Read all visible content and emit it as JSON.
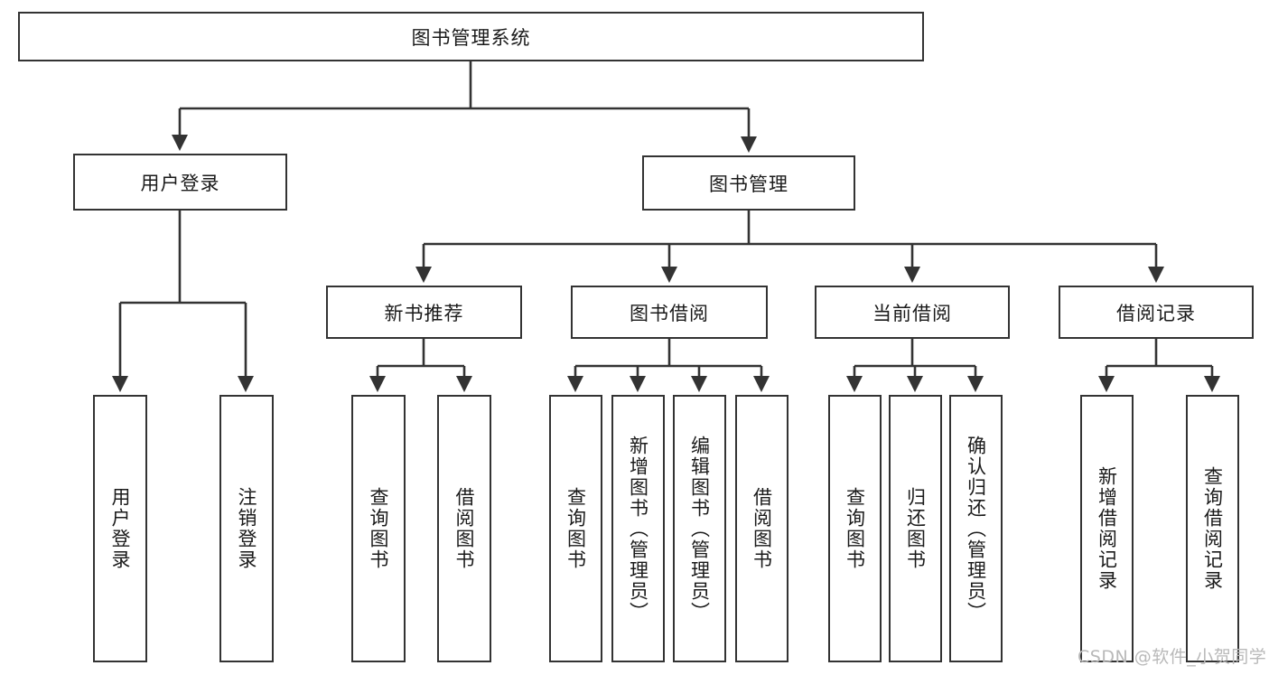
{
  "diagram": {
    "title": "图书管理系统",
    "type": "tree-hierarchy-chart",
    "root": {
      "label": "图书管理系统"
    },
    "level2": [
      {
        "label": "用户登录"
      },
      {
        "label": "图书管理"
      }
    ],
    "level3": [
      {
        "label": "新书推荐"
      },
      {
        "label": "图书借阅"
      },
      {
        "label": "当前借阅"
      },
      {
        "label": "借阅记录"
      }
    ],
    "leaves_user_login": [
      {
        "label": "用户登录"
      },
      {
        "label": "注销登录"
      }
    ],
    "leaves_new_book": [
      {
        "label": "查询图书"
      },
      {
        "label": "借阅图书"
      }
    ],
    "leaves_book_borrow": [
      {
        "label": "查询图书"
      },
      {
        "label": "新增图书（管理员）"
      },
      {
        "label": "编辑图书（管理员）"
      },
      {
        "label": "借阅图书"
      }
    ],
    "leaves_current_borrow": [
      {
        "label": "查询图书"
      },
      {
        "label": "归还图书"
      },
      {
        "label": "确认归还（管理员）"
      }
    ],
    "leaves_borrow_record": [
      {
        "label": "新增借阅记录"
      },
      {
        "label": "查询借阅记录"
      }
    ]
  },
  "watermark": {
    "text": "CSDN @软件_小贺同学"
  },
  "colors": {
    "stroke": "#333333",
    "fill": "#ffffff",
    "text": "#1a1a1a",
    "watermark": "#b9b9b9"
  }
}
